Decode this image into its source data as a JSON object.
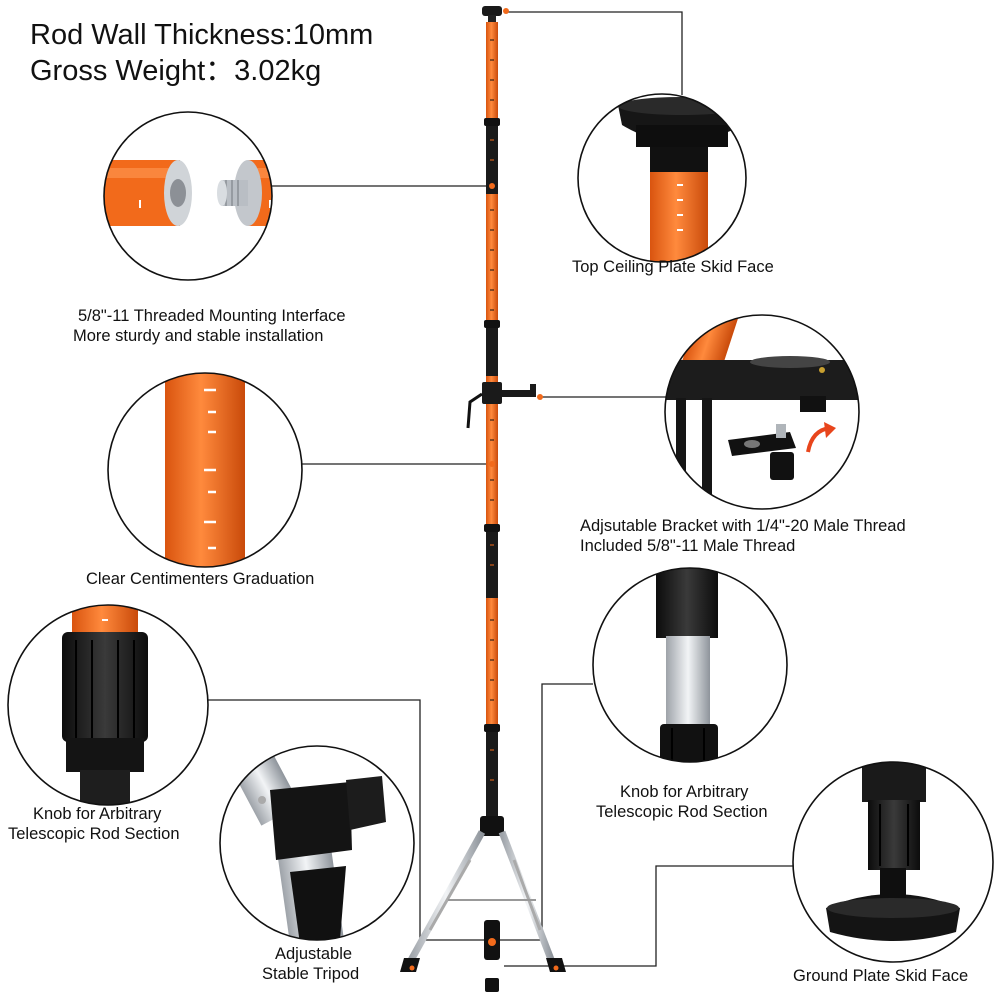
{
  "specs": {
    "wall_thickness": "Rod Wall Thickness:10mm",
    "gross_weight": "Gross Weight：3.02kg"
  },
  "callouts": {
    "top_plate": "Top Ceiling Plate Skid Face",
    "threaded_line1": "5/8\"-11 Threaded Mounting Interface",
    "threaded_line2": "More sturdy and stable installation",
    "bracket_line1": "Adjsutable Bracket with 1/4\"-20 Male Thread",
    "bracket_line2": "Included 5/8\"-11 Male Thread",
    "graduation": "Clear Centimenters Graduation",
    "knob_left_line1": "Knob for Arbitrary",
    "knob_left_line2": "Telescopic Rod Section",
    "knob_right_line1": "Knob for Arbitrary",
    "knob_right_line2": "Telescopic Rod Section",
    "tripod_line1": "Adjustable",
    "tripod_line2": "Stable Tripod",
    "ground_plate": "Ground Plate Skid Face"
  },
  "colors": {
    "rod_orange": "#f26a1b",
    "rod_black": "#1a1a1a",
    "silver": "#c9cdd2",
    "leader": "#222222"
  }
}
